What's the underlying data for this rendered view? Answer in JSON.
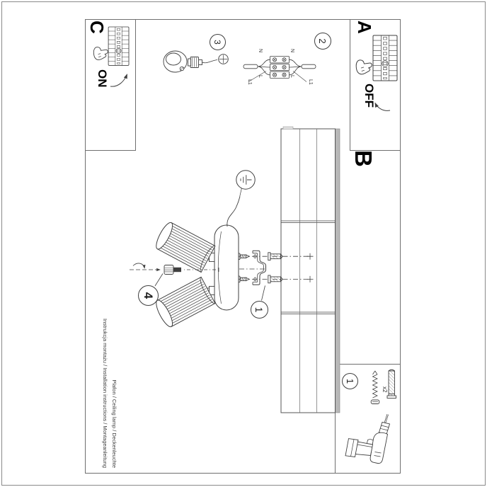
{
  "sheet": {
    "product_line": "Plafon / Ceiling lamp / Deckenleuchte",
    "instructions_line": "Instrukcja montażu / Installation instructions / Montageanleitung"
  },
  "sections": {
    "a": "A",
    "b": "B",
    "c": "C"
  },
  "power": {
    "off": "OFF",
    "on": "ON"
  },
  "steps": {
    "mounting": "1",
    "wiring": "2",
    "gland": "3",
    "knob": "4",
    "kit": "1"
  },
  "wiring": {
    "n_top": "N",
    "l_top": "L",
    "n_bottom": "N",
    "l_bottom": "L",
    "l1_top": "L1",
    "l1_bottom": "L1"
  },
  "kit": {
    "quantity": "x2"
  },
  "icons": {
    "earth_symbol": "⏚",
    "pointing_hand": "☝",
    "screw_head": "⊕",
    "direction_arrow": "➜",
    "rotation_arrow": "⟲"
  },
  "colors": {
    "line": "#3f3f3f",
    "panel_edge": "#b8b8b8",
    "paper": "#ffffff",
    "box_border": "#6f6f6f"
  }
}
